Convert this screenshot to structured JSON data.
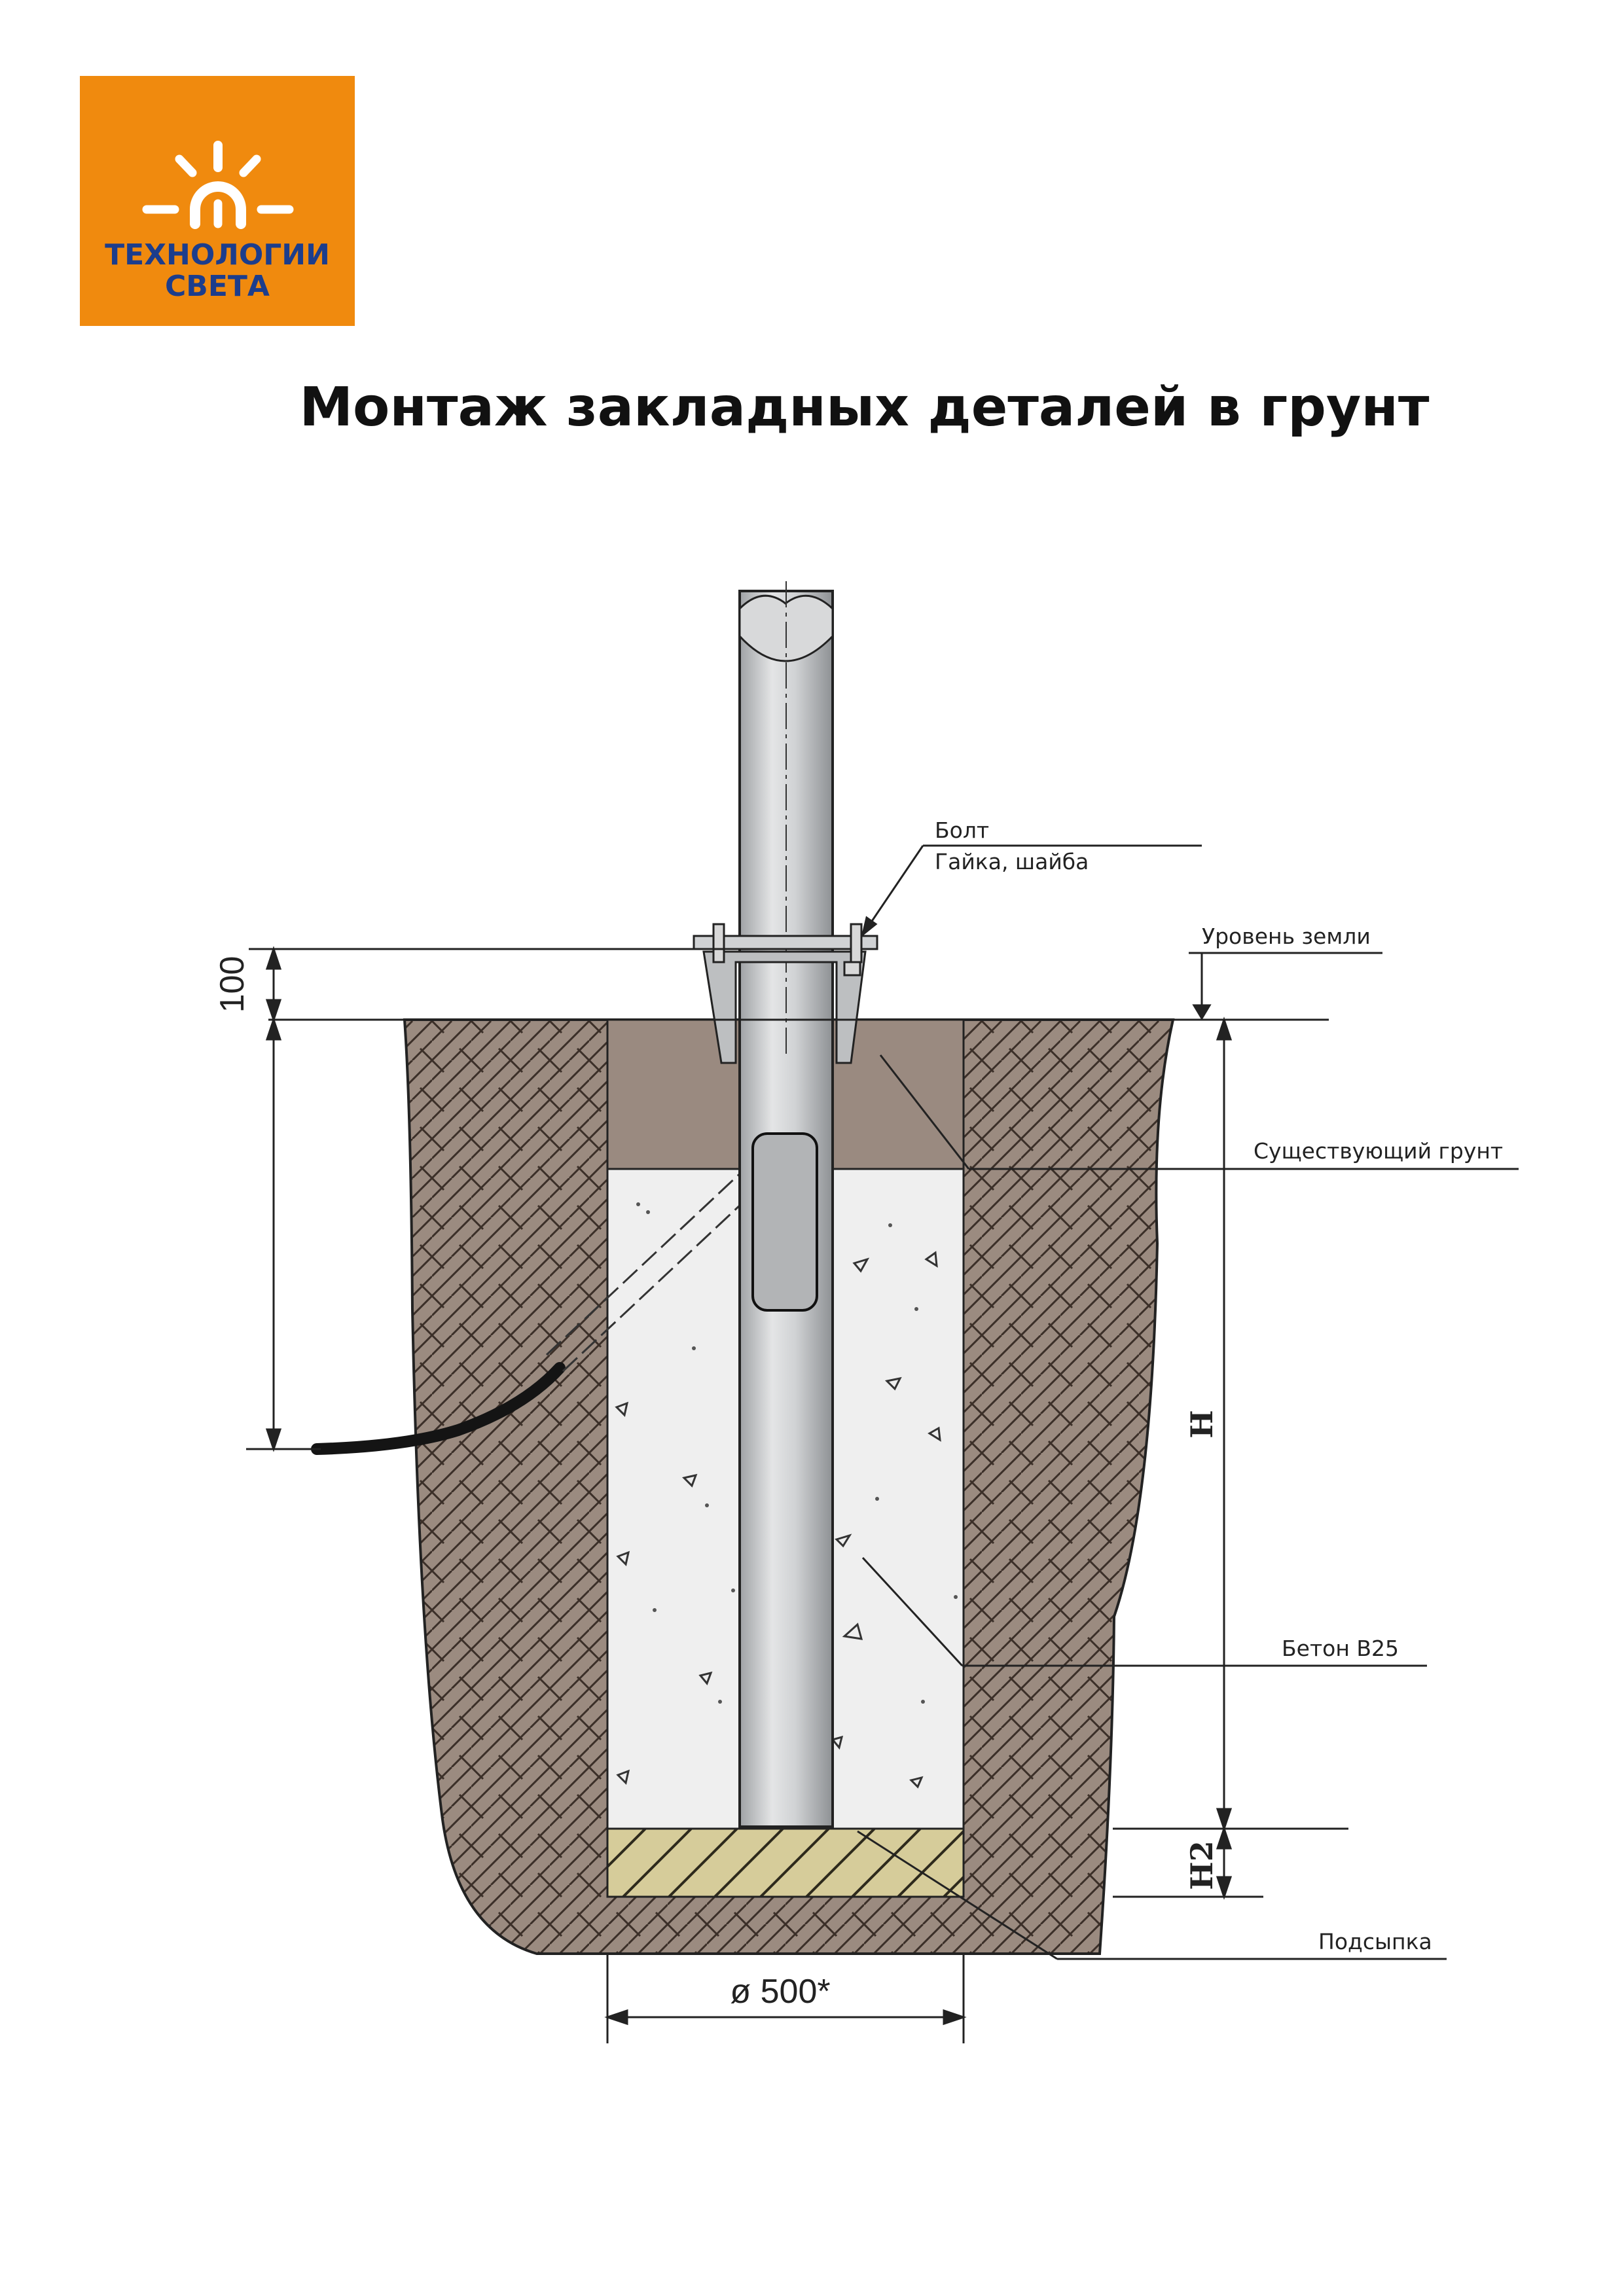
{
  "logo": {
    "line1": "ТЕХНОЛОГИИ",
    "line2": "СВЕТА",
    "bg_color": "#f08a0e",
    "text_color": "#1c3d8c"
  },
  "title": "Монтаж закладных деталей в грунт",
  "labels": {
    "bolt": "Болт",
    "nut_washer": "Гайка, шайба",
    "ground_level": "Уровень земли",
    "existing_soil": "Существующий грунт",
    "concrete": "Бетон В25",
    "backfill": "Подсыпка"
  },
  "dimensions": {
    "top_offset": "100",
    "height": "H",
    "height2": "H2",
    "diameter": "ø 500*"
  },
  "colors": {
    "soil": "#9b8b80",
    "concrete": "#efefef",
    "backfill": "#d6cc9a",
    "pipe": "#c7c9cb"
  }
}
